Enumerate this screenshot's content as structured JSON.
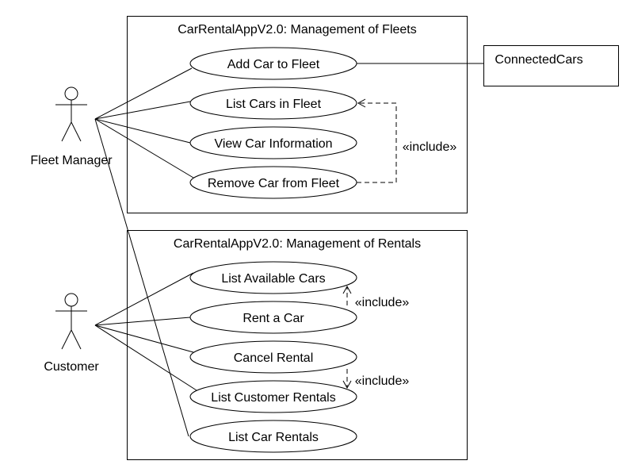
{
  "systems": {
    "fleets": {
      "title": "CarRentalAppV2.0: Management of Fleets"
    },
    "rentals": {
      "title": "CarRentalAppV2.0: Management of Rentals"
    }
  },
  "actors": {
    "fleet_manager": "Fleet Manager",
    "customer": "Customer"
  },
  "external": {
    "connected_cars": "ConnectedCars"
  },
  "use_cases": {
    "add_car": "Add Car to Fleet",
    "list_cars": "List Cars in Fleet",
    "view_car": "View Car Information",
    "remove_car": "Remove Car from Fleet",
    "list_available": "List Available Cars",
    "rent_car": "Rent a Car",
    "cancel_rental": "Cancel Rental",
    "list_customer_rentals": "List Customer Rentals",
    "list_car_rentals": "List Car Rentals"
  },
  "relations": {
    "include_fleet": "«include»",
    "include_rent": "«include»",
    "include_cancel": "«include»"
  }
}
